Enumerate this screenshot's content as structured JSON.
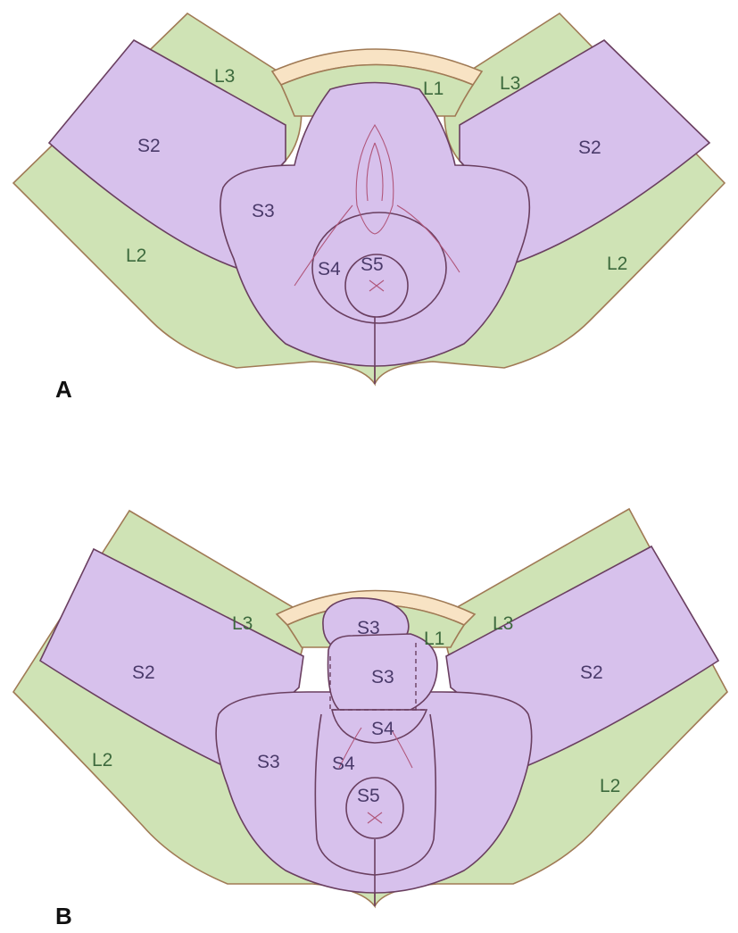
{
  "panels": [
    {
      "letter": "A",
      "labels": {
        "l1": "L1",
        "l3_left": "L3",
        "l3_right": "L3",
        "s2_left": "S2",
        "s2_right": "S2",
        "s3": "S3",
        "l2_left": "L2",
        "l2_right": "L2",
        "s4": "S4",
        "s5": "S5"
      }
    },
    {
      "letter": "B",
      "labels": {
        "l3_left": "L3",
        "l3_right": "L3",
        "l1": "L1",
        "s3_top": "S3",
        "s3_mid": "S3",
        "s4_mid": "S4",
        "s2_left": "S2",
        "s2_right": "S2",
        "s3_left": "S3",
        "s4_low": "S4",
        "s5": "S5",
        "l2_left": "L2",
        "l2_right": "L2"
      }
    }
  ],
  "colors": {
    "lumbar_zone": "#cfe3b5",
    "sacral_zone": "#d7c1ec",
    "pubic_arc": "#f8e3c4"
  }
}
